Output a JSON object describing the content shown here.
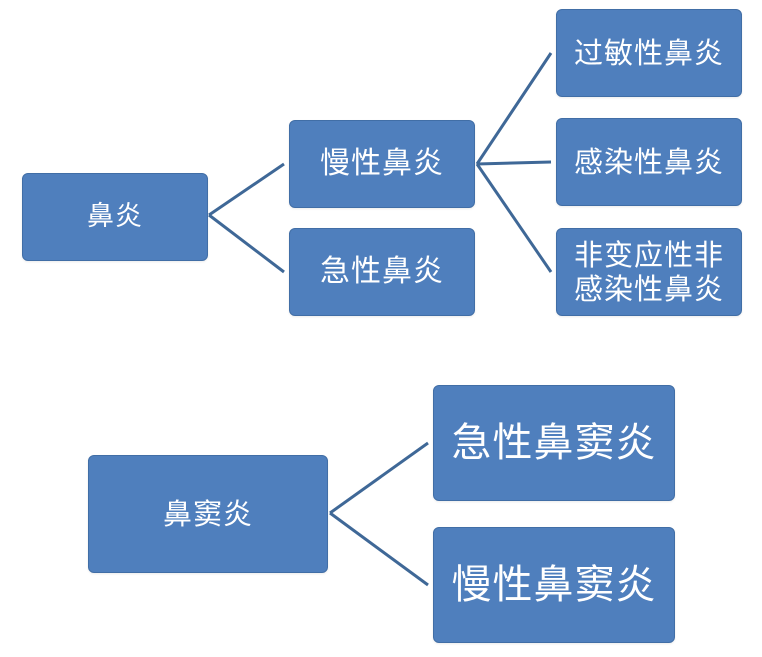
{
  "diagram": {
    "tree1": {
      "root": "鼻炎",
      "chronic": "慢性鼻炎",
      "acute": "急性鼻炎",
      "allergic": "过敏性鼻炎",
      "infectious": "感染性鼻炎",
      "nonallergic": "非变应性非\n感染性鼻炎"
    },
    "tree2": {
      "root": "鼻窦炎",
      "acute": "急性鼻窦炎",
      "chronic": "慢性鼻窦炎"
    }
  },
  "colors": {
    "box_fill": "#4f7fbd",
    "box_border": "#416ea6",
    "connector": "#3f6897",
    "text": "#ffffff"
  }
}
